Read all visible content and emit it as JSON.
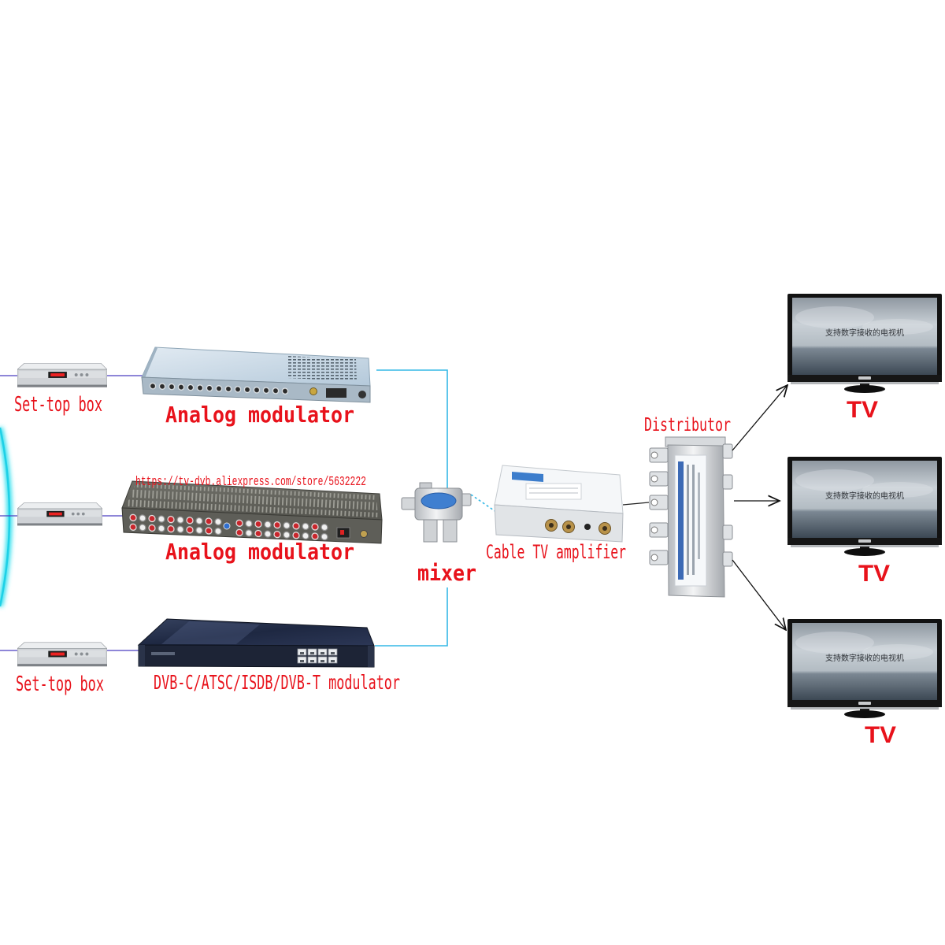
{
  "set_top_boxes": {
    "top_label": "Set-top box",
    "bottom_label": "Set-top box"
  },
  "modulators": [
    {
      "label": "Analog modulator"
    },
    {
      "label": "Analog modulator"
    },
    {
      "label": "DVB-C/ATSC/ISDB/DVB-T modulator"
    }
  ],
  "watermark": "https://tv-dvb.aliexpress.com/store/5632222",
  "mixer": {
    "label": "mixer"
  },
  "amplifier": {
    "label": "Cable TV amplifier"
  },
  "distributor": {
    "label": "Distributor"
  },
  "tvs": [
    {
      "label": "TV",
      "screen_text": "支持数字接收的电视机"
    },
    {
      "label": "TV",
      "screen_text": "支持数字接收的电视机"
    },
    {
      "label": "TV",
      "screen_text": "支持数字接收的电视机"
    }
  ],
  "colors": {
    "label_red": "#e8121b",
    "signal_line_cyan": "#35b8e6",
    "input_line_blue": "#4a3fc0",
    "arrow_black": "#111111",
    "edge_glow_cyan": "#2fe0ee"
  }
}
